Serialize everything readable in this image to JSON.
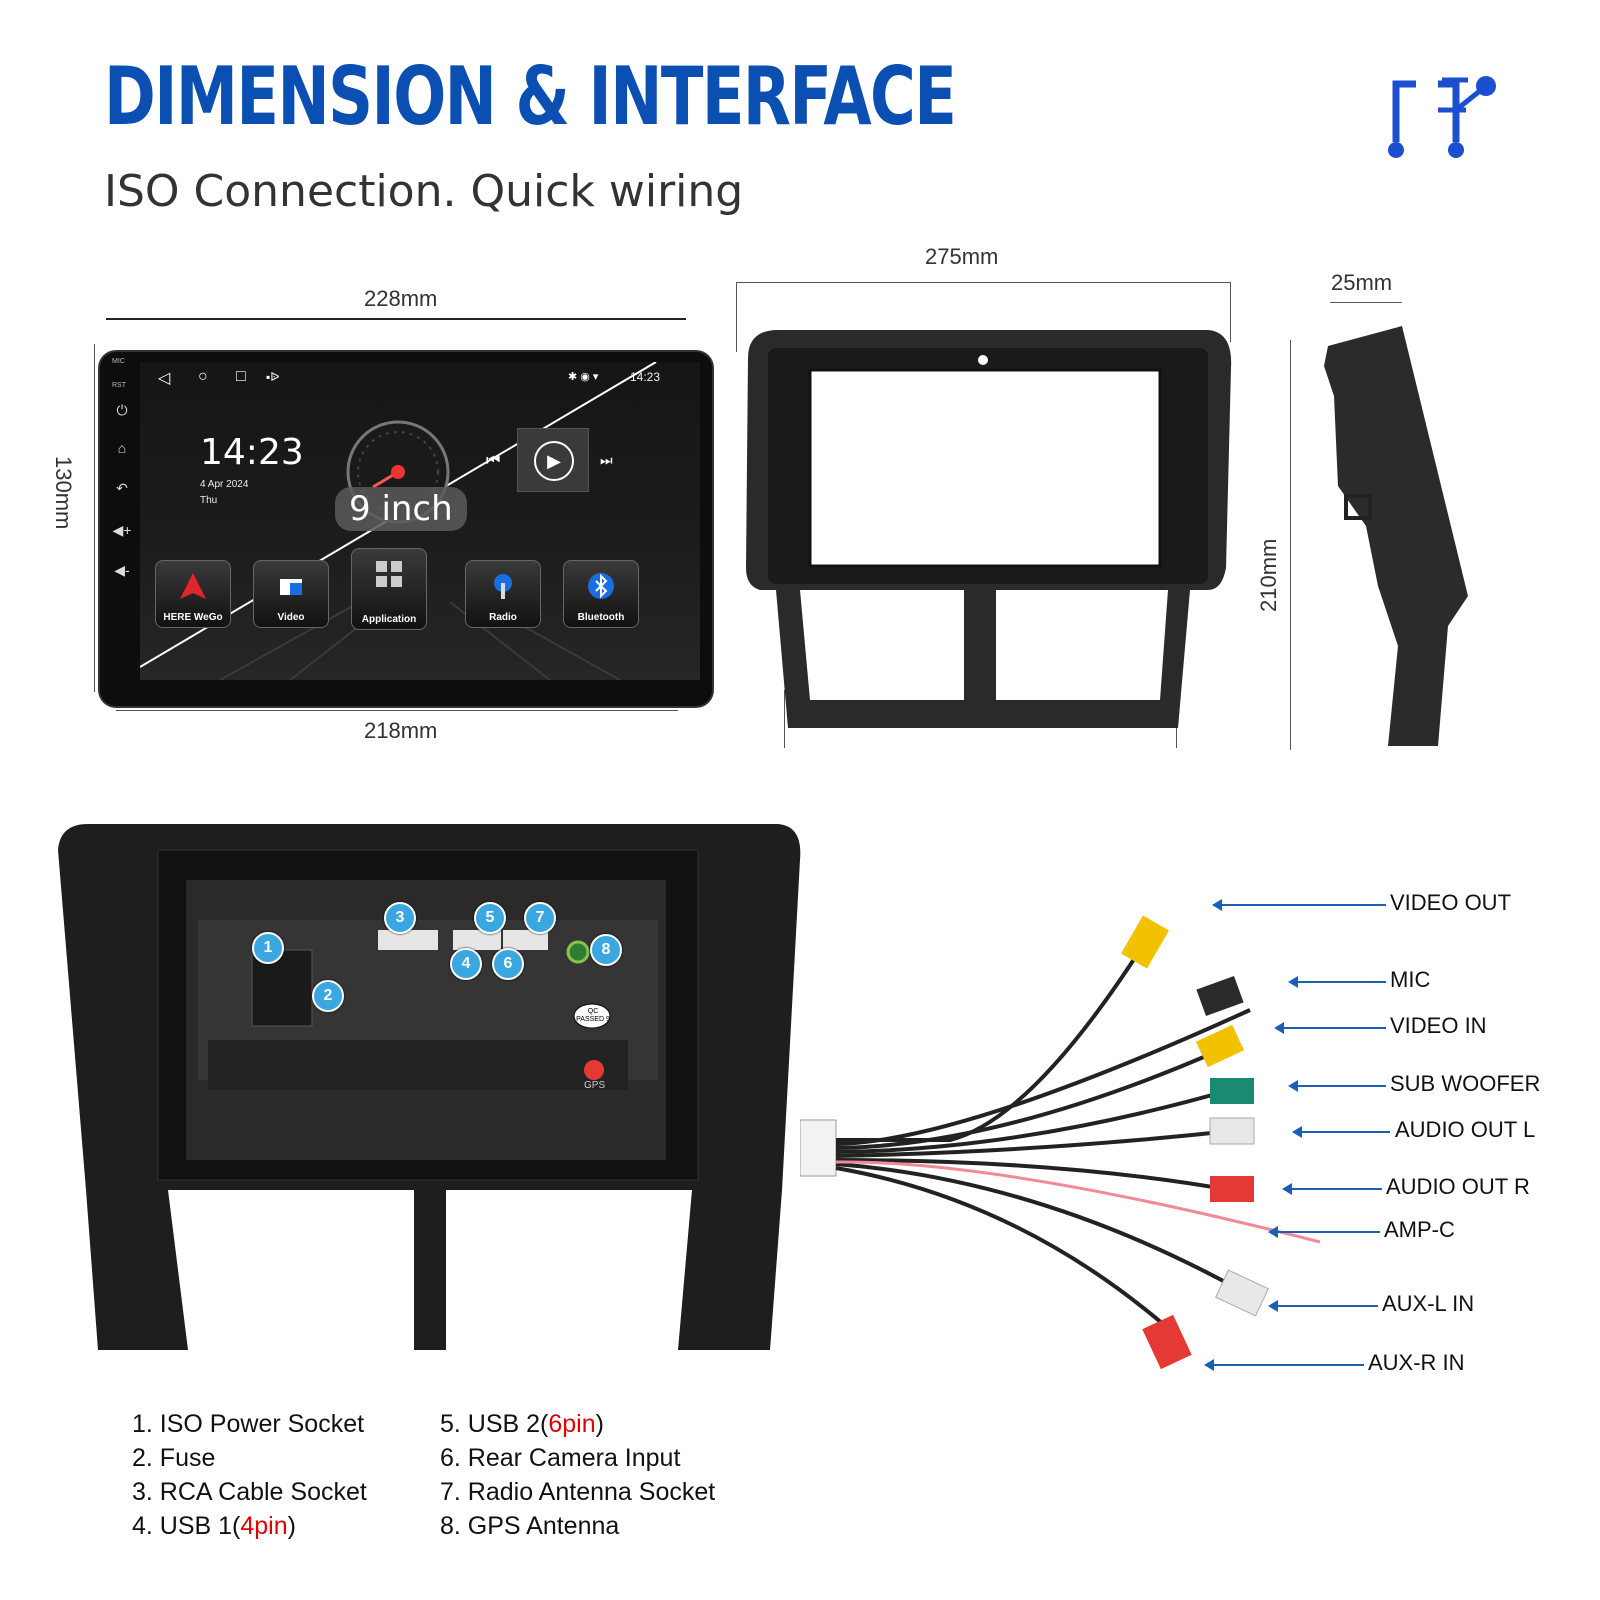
{
  "header": {
    "title": "DIMENSION & INTERFACE",
    "subtitle": "ISO Connection. Quick wiring",
    "logo_icon": "music-note-link-icon",
    "accent_color": "#0b4fb3"
  },
  "dimensions": {
    "screen_width_top": "228mm",
    "screen_width_bottom": "218mm",
    "screen_height": "130mm",
    "frame_width": "275mm",
    "frame_height": "210mm",
    "frame_depth": "25mm"
  },
  "screen": {
    "size_badge": "9 inch",
    "clock": "14:23",
    "date": "4 Apr 2024",
    "day": "Thu",
    "status_time": "14:23",
    "side_labels": [
      "MIC",
      "RST"
    ],
    "apps": [
      {
        "label": "HERE WeGo",
        "icon": "navigation-icon"
      },
      {
        "label": "Video",
        "icon": "video-icon"
      },
      {
        "label": "Application",
        "icon": "grid-icon"
      },
      {
        "label": "Radio",
        "icon": "radio-icon"
      },
      {
        "label": "Bluetooth",
        "icon": "bluetooth-icon"
      }
    ]
  },
  "rear": {
    "badges": [
      "1",
      "2",
      "3",
      "4",
      "5",
      "6",
      "7",
      "8"
    ],
    "qc_label": "QC PASSED 9",
    "gps_label": "GPS"
  },
  "legend": {
    "left": [
      {
        "text": "1. ISO Power Socket"
      },
      {
        "text": "2. Fuse"
      },
      {
        "text": "3. RCA Cable Socket"
      },
      {
        "prefix": "4. USB 1(",
        "highlight": "4pin",
        "suffix": ")"
      }
    ],
    "right": [
      {
        "prefix": "5. USB 2(",
        "highlight": "6pin",
        "suffix": ")"
      },
      {
        "text": "6. Rear Camera Input"
      },
      {
        "text": "7. Radio Antenna Socket"
      },
      {
        "text": "8. GPS Antenna"
      }
    ],
    "highlight_color": "#e00000"
  },
  "cable": {
    "labels": [
      "VIDEO OUT",
      "MIC",
      "VIDEO IN",
      "SUB WOOFER",
      "AUDIO OUT L",
      "AUDIO OUT R",
      "AMP-C",
      "AUX-L IN",
      "AUX-R IN"
    ],
    "arrow_color": "#1a5fb4"
  }
}
